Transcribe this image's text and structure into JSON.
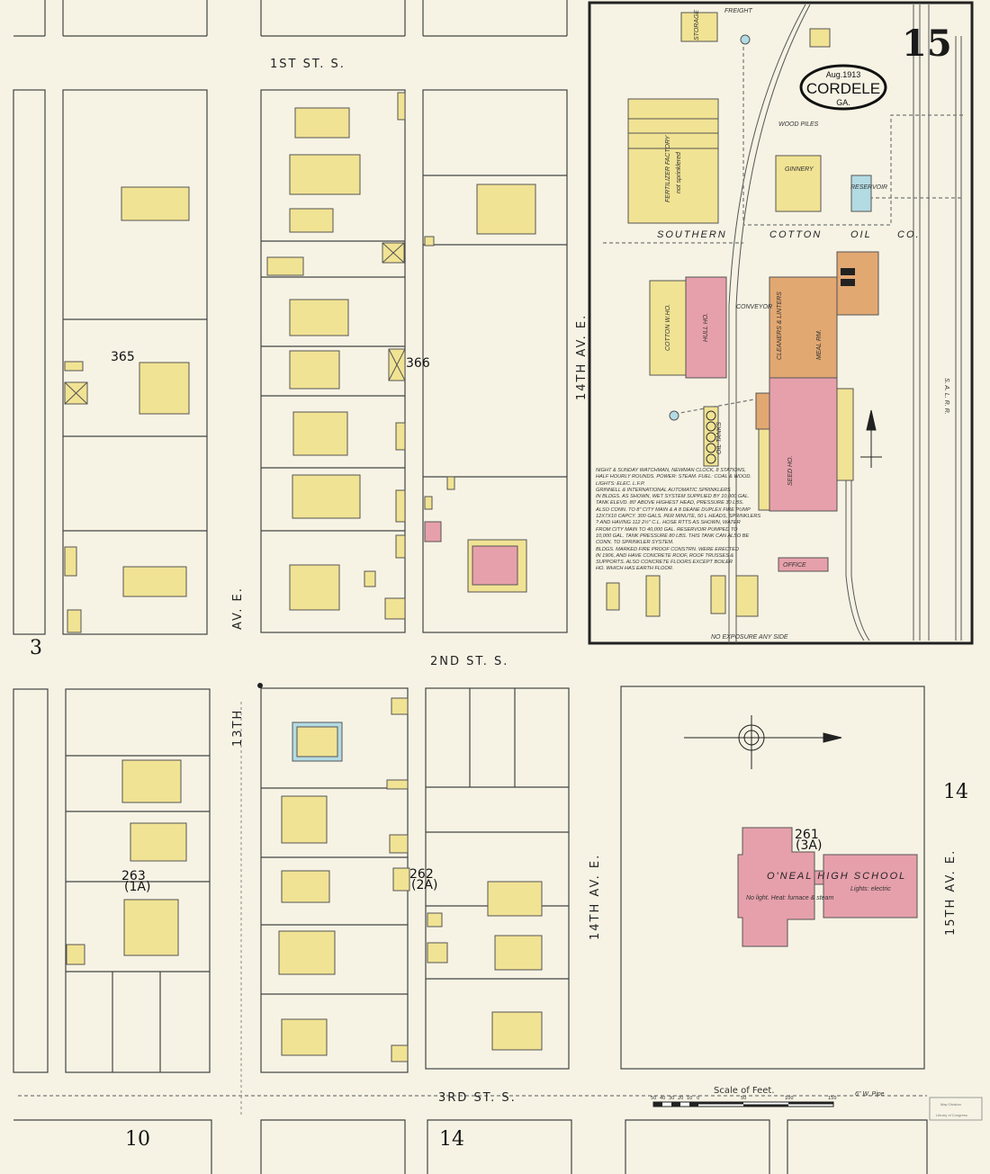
{
  "sheet": {
    "number": "15",
    "date": "Aug.1913",
    "city": "CORDELE",
    "state": "GA."
  },
  "streets": {
    "first": "1ST ST. S.",
    "second": "2ND ST. S.",
    "third": "3RD ST. S.",
    "av13_upper": "AV. E.",
    "av13_lower": "13TH",
    "av14_upper": "14TH AV. E.",
    "av14_lower": "14TH AV. E.",
    "av15": "15TH AV. E."
  },
  "block_numbers": [
    {
      "num": "365",
      "sub": ""
    },
    {
      "num": "366",
      "sub": ""
    },
    {
      "num": "263",
      "sub": "(1A)"
    },
    {
      "num": "262",
      "sub": "(2A)"
    },
    {
      "num": "261",
      "sub": "(3A)"
    }
  ],
  "adjacent_sheets": [
    "3",
    "14",
    "10",
    "14"
  ],
  "industrial": {
    "company": [
      "SOUTHERN",
      "COTTON",
      "OIL",
      "CO."
    ],
    "fertilizer": "FERTILIZER FACTORY",
    "fertilizer_note": "not sprinklered",
    "ginnery": "GINNERY",
    "cotton_wh": "COTTON W.HO.",
    "hull_ho": "HULL HO.",
    "seed_ho": "SEED HO.",
    "cleaners": "CLEANERS & LINTERS",
    "meal_rm": "MEAL RM.",
    "reservoir": "RESERVOIR",
    "oil_tanks": "OIL TANKS",
    "office": "OFFICE",
    "wood_piles": "WOOD PILES",
    "freight": "FREIGHT",
    "storage": "STORAGE",
    "conveyor": "CONVEYOR",
    "no_exposure": "NO EXPOSURE ANY SIDE",
    "railroad": "S. A. L. R. R."
  },
  "notes": [
    "Night & Sunday watchman, Newman clock, 8 stations,",
    "half hourly rounds. Power: steam. Fuel: coal & wood.",
    "Lights: elec. l.f.p.",
    "Grinnell & International automatic sprinklers",
    "in bldgs. as shown, wet system supplied by 10,000 gal.",
    "tank elevd. 80' above highest head, pressure 30 lbs.",
    "Also conn. to 8\" city main & a 8 Deane duplex fire pump",
    "12x7x10 capcy. 300 gals. per minute, 50 l heads, sprinklers",
    "? and having 112 2½\" c.l. hose rtts as shown, water",
    "from city main to 40,000 gal. reservoir pumped to",
    "10,000 gal. tank pressure 80 lbs. this tank can also be",
    "conn. to sprinkler system.",
    "Bldgs. marked fire proof constrn. were erected",
    "in 1906, and have concrete roof, roof trusses &",
    "supports. Also concrete floors except boiler",
    "ho. which has earth floor."
  ],
  "school": {
    "name": "O'NEAL HIGH SCHOOL",
    "note_left": "No light. Heat: furnace & steam",
    "note_right": "Lights: electric"
  },
  "scale": {
    "title": "Scale of Feet.",
    "ticks": [
      "50",
      "40",
      "30",
      "20",
      "10",
      "0",
      "50",
      "100",
      "150"
    ]
  },
  "stamp": {
    "line1": "Map Division",
    "line2": "Library of Congress"
  },
  "pipes": {
    "cw": "6\" W. Pipe"
  },
  "colors": {
    "paper": "#f6f3e4",
    "frame_dwelling": "#f1e394",
    "brick": "#e6a0ab",
    "fireproof": "#e2a872",
    "stone": "#b3dbe4"
  }
}
